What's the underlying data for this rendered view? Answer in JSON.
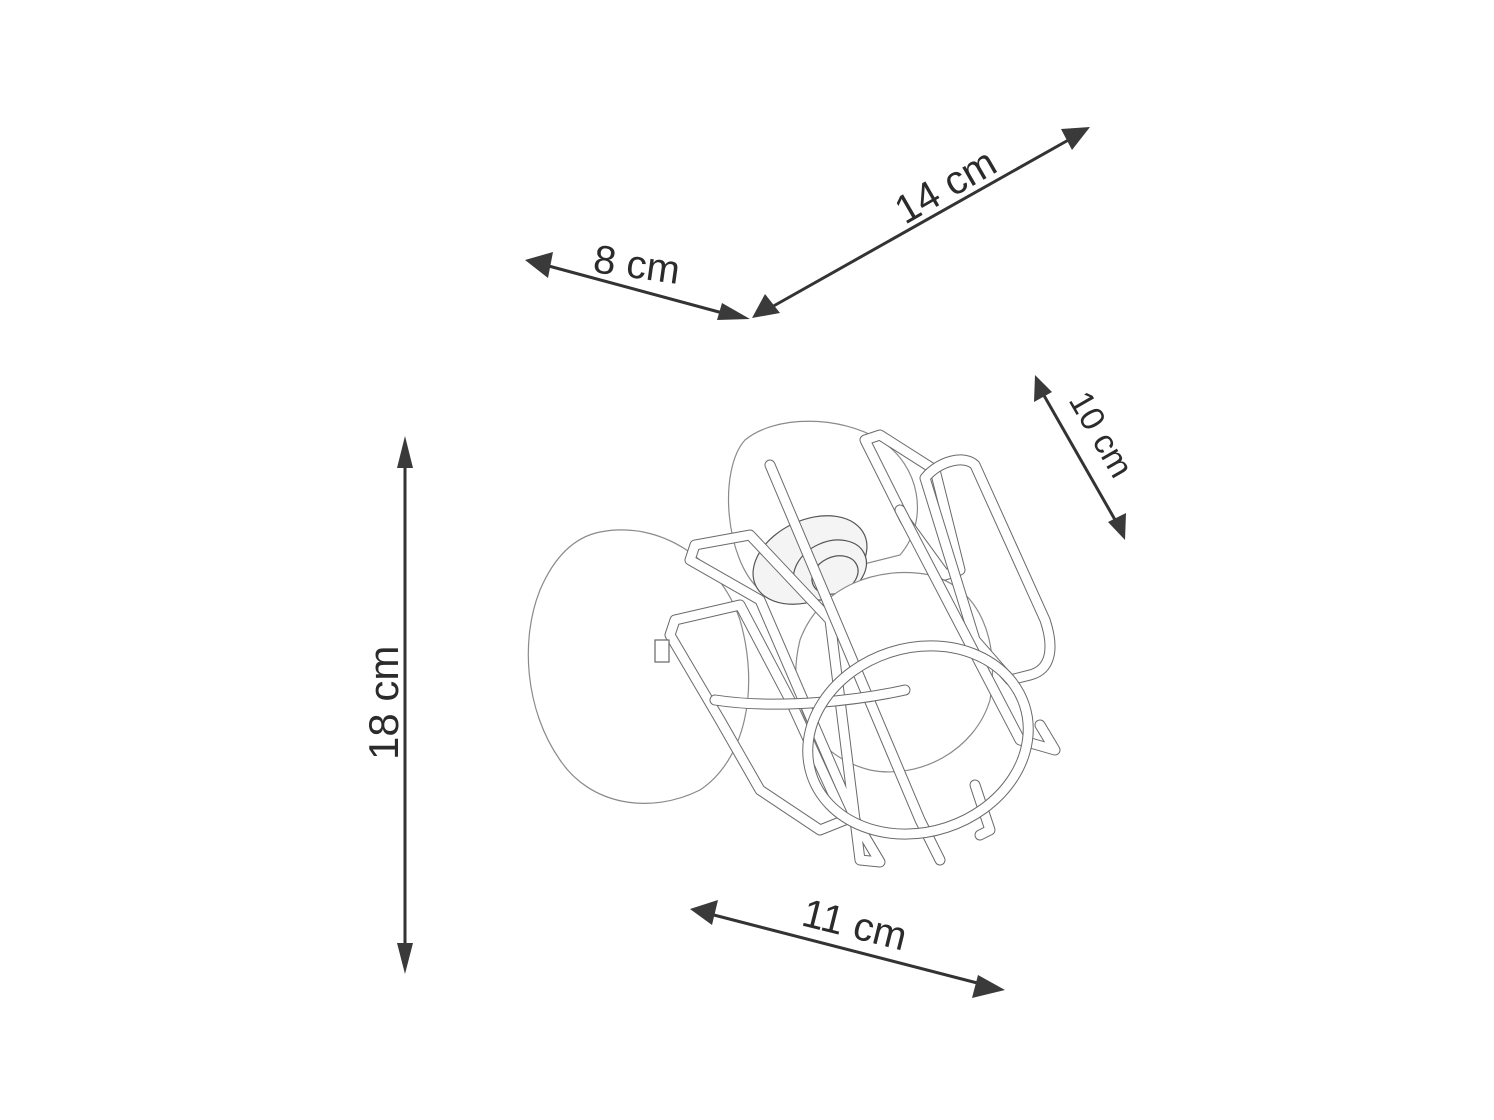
{
  "diagram": {
    "type": "product-dimension-drawing",
    "subject": "wall/ceiling spot lamp with wire cage and two glass shades",
    "colors": {
      "background": "#ffffff",
      "dimension_lines": "#333333",
      "arrowheads": "#3a3a3a",
      "label_text": "#2b2b2b",
      "drawing_lines": "#555555"
    },
    "dimensions": {
      "depth": {
        "label": "8 cm",
        "value": 8,
        "unit": "cm"
      },
      "length": {
        "label": "14 cm",
        "value": 14,
        "unit": "cm"
      },
      "shade_diameter": {
        "label": "10 cm",
        "value": 10,
        "unit": "cm"
      },
      "height": {
        "label": "18 cm",
        "value": 18,
        "unit": "cm"
      },
      "width": {
        "label": "11 cm",
        "value": 11,
        "unit": "cm"
      }
    }
  }
}
